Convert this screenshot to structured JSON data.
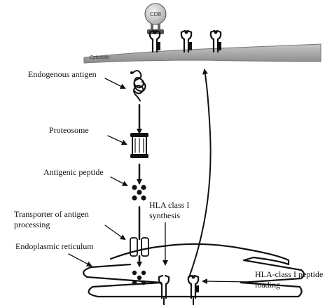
{
  "diagram": {
    "cd8_label": "CD8",
    "cytosol_label": "Cytosolic",
    "labels": {
      "endogenous_antigen": "Endogenous antigen",
      "proteosome": "Proteosome",
      "antigenic_peptide": "Antigenic peptide",
      "transporter_line1": "Transporter of antigen",
      "transporter_line2": "processing",
      "hla_synthesis_line1": "HLA class I",
      "hla_synthesis_line2": "synthesis",
      "endoplasmic_reticulum": "Endoplasmic reticulum",
      "hla_loading_line1": "HLA-class I peptide",
      "hla_loading_line2": "loading"
    }
  }
}
